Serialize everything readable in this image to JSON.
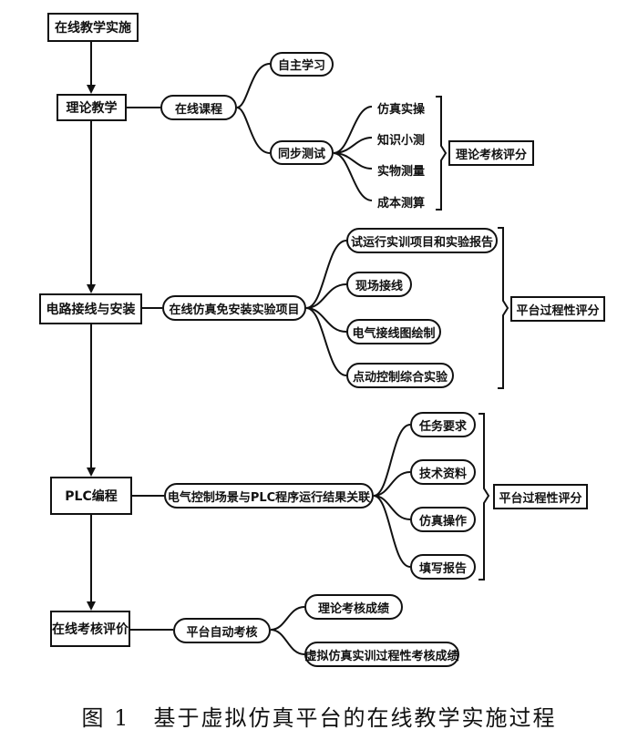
{
  "root": "在线教学实施",
  "stages": {
    "theory": "理论教学",
    "circuit": "电路接线与安装",
    "plc": "PLC编程",
    "eval": "在线考核评价"
  },
  "theory_branch": {
    "online_course": "在线课程",
    "self_study": "自主学习",
    "sync_test": "同步测试",
    "test_items": [
      "仿真实操",
      "知识小测",
      "实物测量",
      "成本测算"
    ],
    "assessment": "理论考核评分"
  },
  "circuit_branch": {
    "project": "在线仿真免安装实验项目",
    "items": [
      "试运行实训项目和实验报告",
      "现场接线",
      "电气接线图绘制",
      "点动控制综合实验"
    ],
    "assessment": "平台过程性评分"
  },
  "plc_branch": {
    "scenario": "电气控制场景与PLC程序运行结果关联",
    "items": [
      "任务要求",
      "技术资料",
      "仿真操作",
      "填写报告"
    ],
    "assessment": "平台过程性评分"
  },
  "eval_branch": {
    "auto": "平台自动考核",
    "items": [
      "理论考核成绩",
      "虚拟仿真实训过程性考核成绩"
    ]
  },
  "caption": "图 1　基于虚拟仿真平台的在线教学实施过程"
}
